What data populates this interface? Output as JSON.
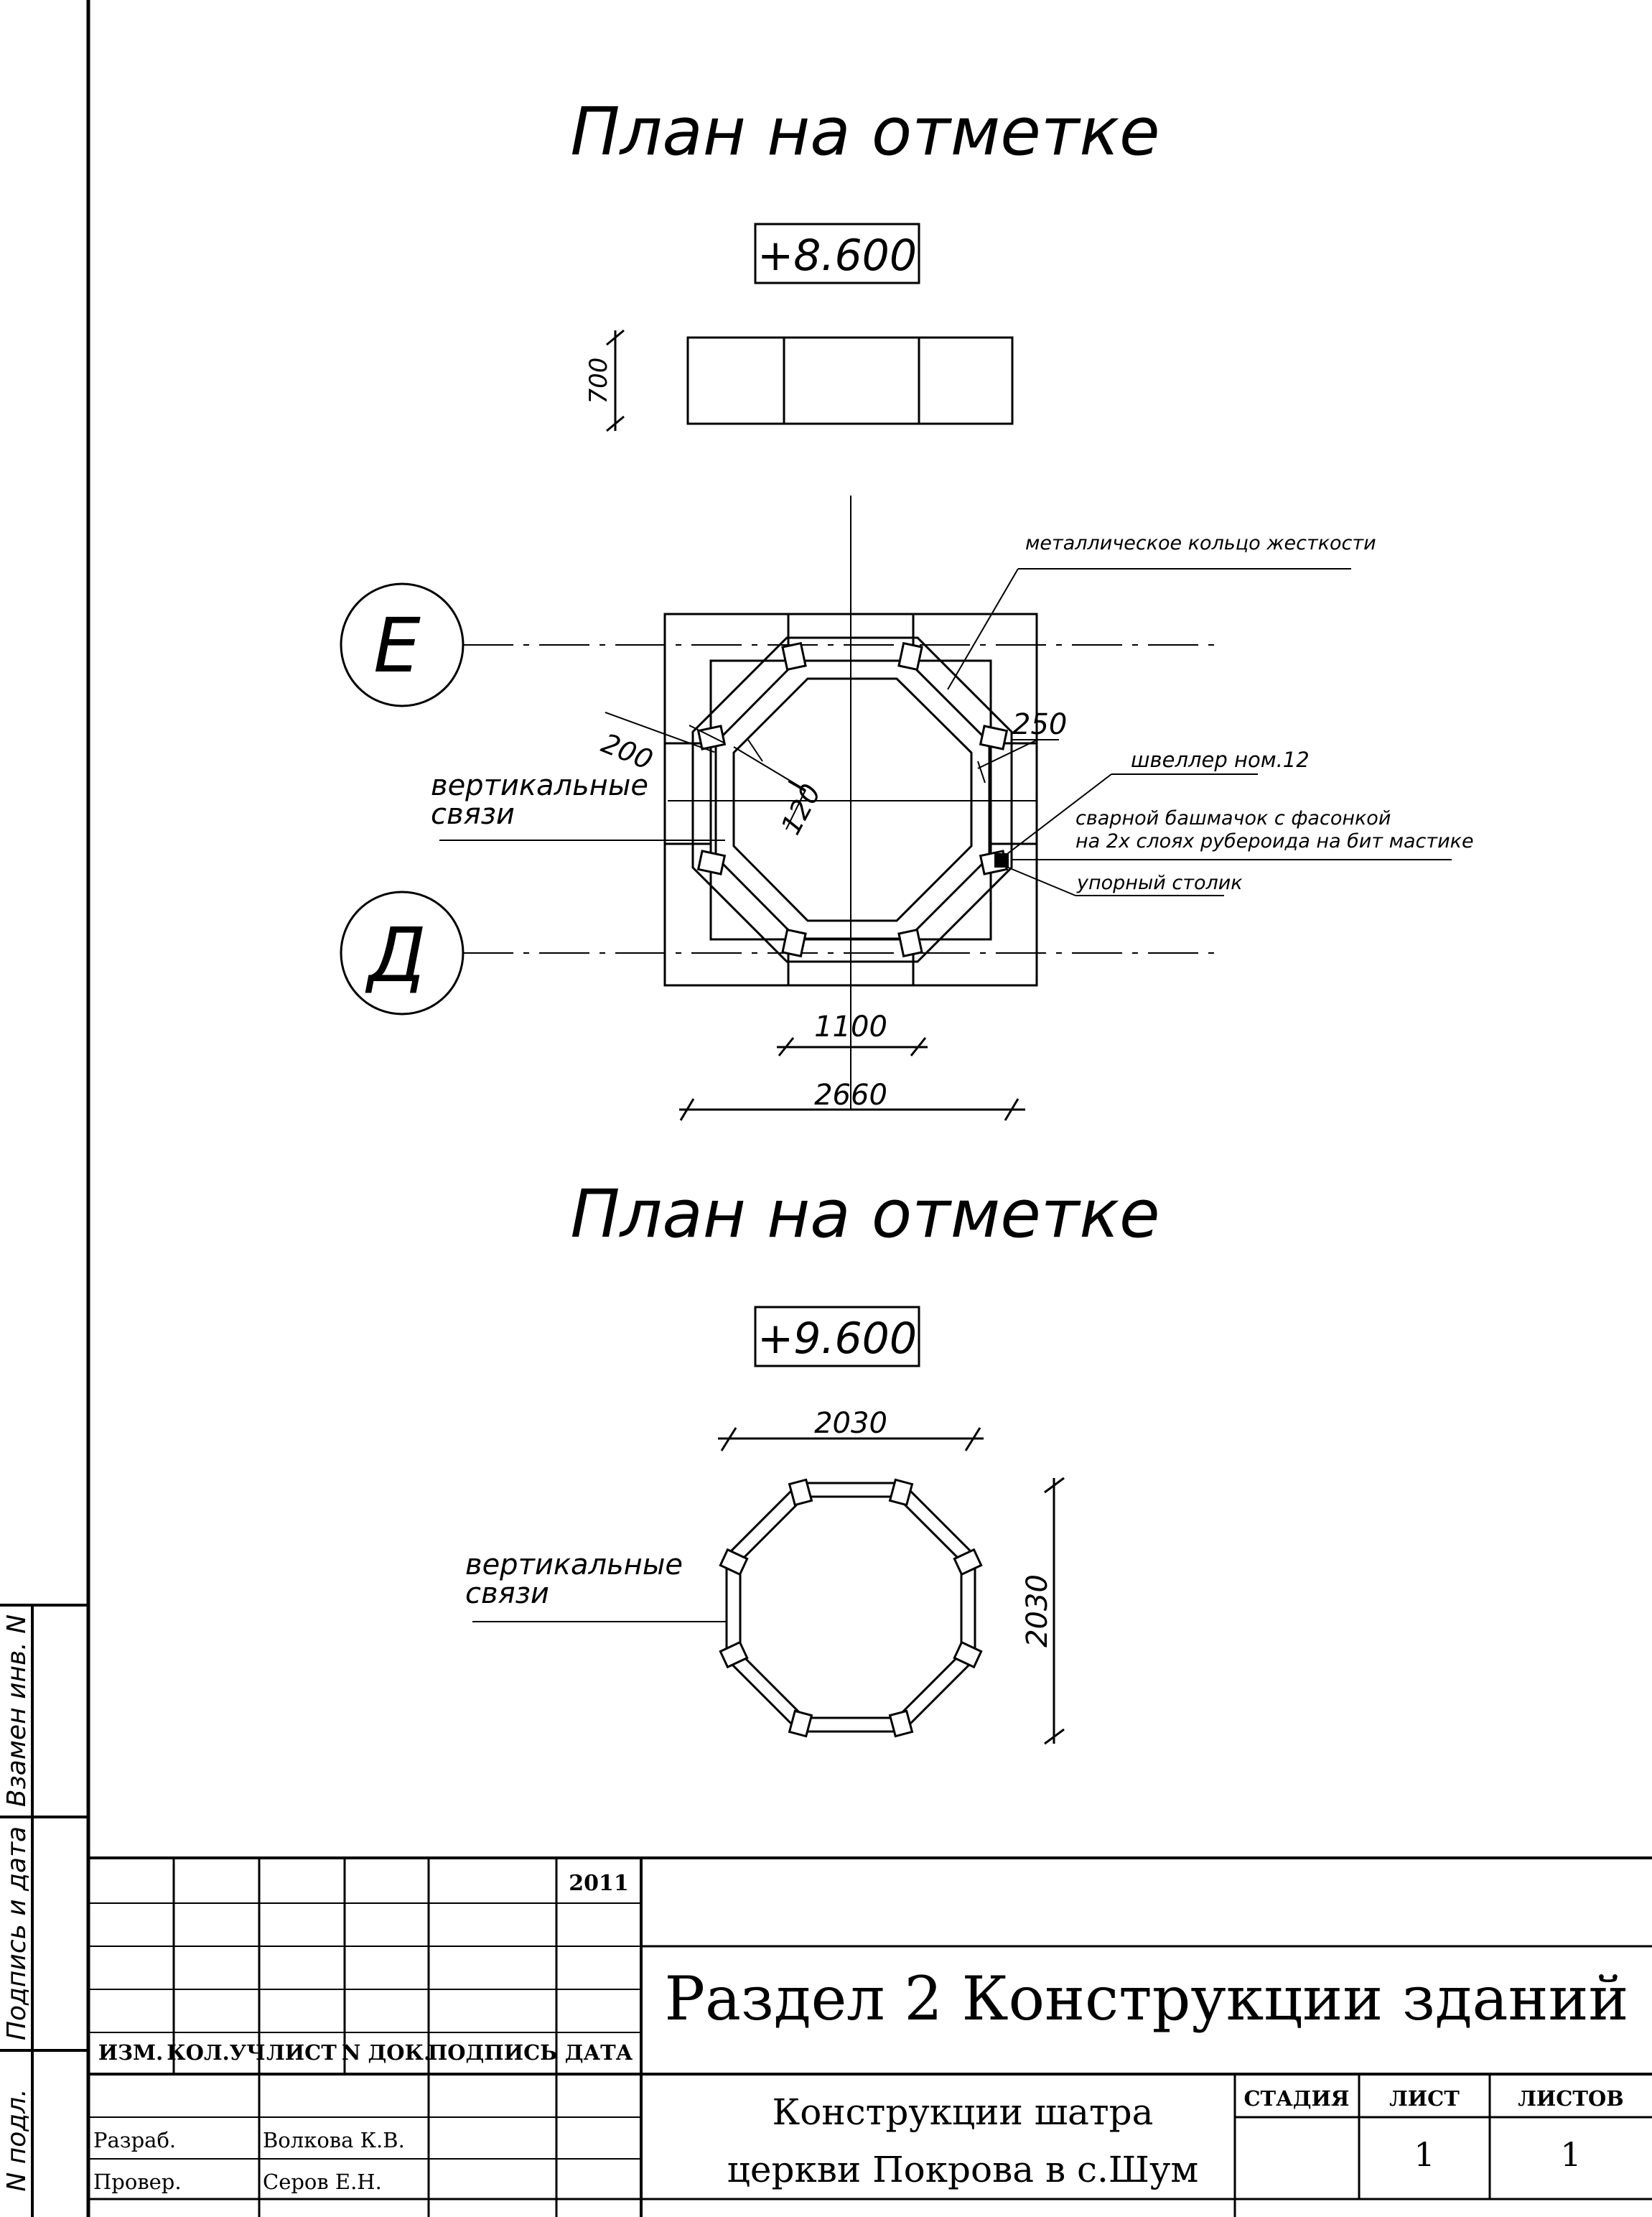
{
  "plan1": {
    "title": "План на отметке",
    "elevation": "+8.600",
    "dim_elev_strip": "700",
    "axis_e": "Е",
    "axis_d": "Д",
    "dim_200": "200",
    "dim_120": "120",
    "dim_250": "250",
    "dim_1100": "1100",
    "dim_2660": "2660",
    "label_ring": "металлическое кольцо жесткости",
    "label_vert_1": "вертикальные",
    "label_vert_2": "связи",
    "label_channel": "швеллер ном.12",
    "label_shoe_1": "сварной башмачок с фасонкой",
    "label_shoe_2": "на 2х слоях рубероида на бит мастике",
    "label_stop": "упорный столик"
  },
  "plan2": {
    "title": "План на отметке",
    "elevation": "+9.600",
    "dim_top": "2030",
    "dim_side": "2030",
    "label_vert_1": "вертикальные",
    "label_vert_2": "связи"
  },
  "side_stamp": {
    "inv": "Взамен инв. N",
    "sign": "Подпись и дата",
    "orig": "N подл."
  },
  "title_block": {
    "year": "2011",
    "headers": [
      "ИЗМ.",
      "КОЛ.УЧ",
      "ЛИСТ",
      "N ДОК.",
      "ПОДПИСЬ",
      "ДАТА"
    ],
    "section_title": "Раздел 2 Конструкции зданий",
    "drawing_title_1": "Конструкции шатра",
    "drawing_title_2": "церкви Покрова в с.Шум",
    "developed_label": "Разраб.",
    "developed_name": "Волкова К.В.",
    "checked_label": "Провер.",
    "checked_name": "Серов Е.Н.",
    "stage_header": "СТАДИЯ",
    "sheet_header": "ЛИСТ",
    "sheets_header": "ЛИСТОВ",
    "sheet_value": "1",
    "sheets_value": "1"
  }
}
